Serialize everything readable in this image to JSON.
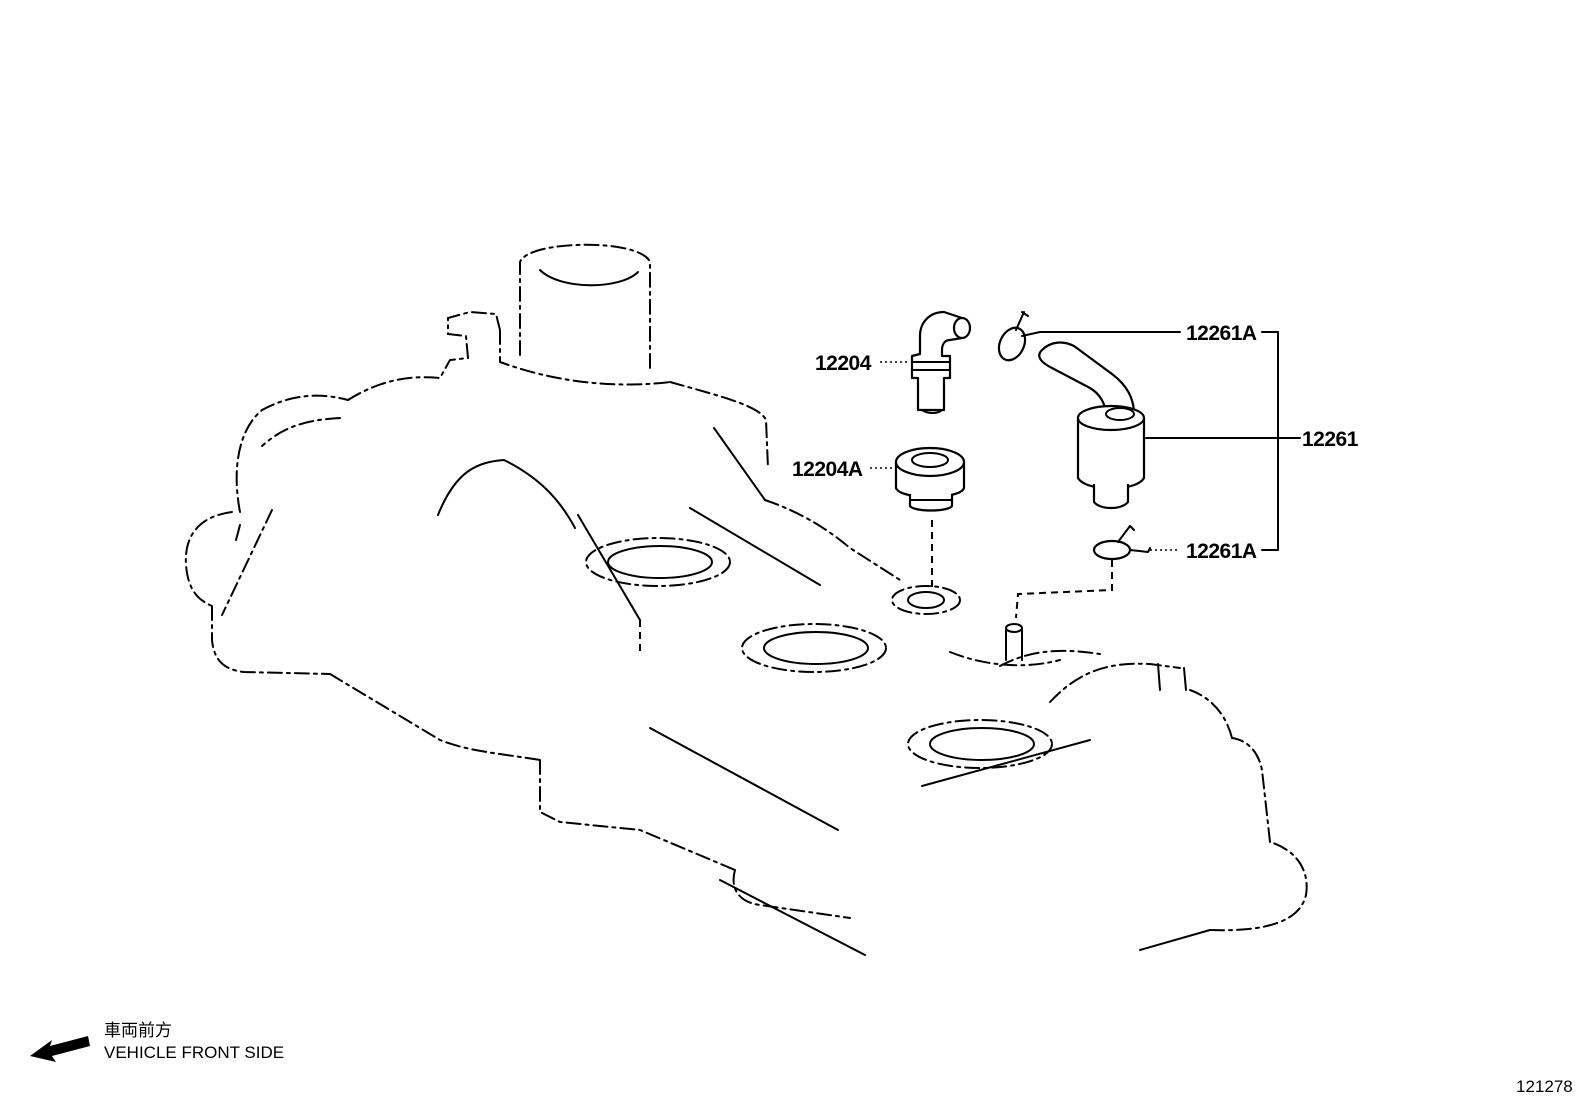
{
  "parts": {
    "pcv_valve": {
      "number": "12204"
    },
    "pcv_grommet": {
      "number": "12204A"
    },
    "hose_clamp_top": {
      "number": "12261A"
    },
    "ventilation_hose": {
      "number": "12261"
    },
    "hose_clamp_bottom": {
      "number": "12261A"
    }
  },
  "direction_note": {
    "line1": "車両前方",
    "line2": "VEHICLE FRONT SIDE"
  },
  "illustration_id": "121278"
}
